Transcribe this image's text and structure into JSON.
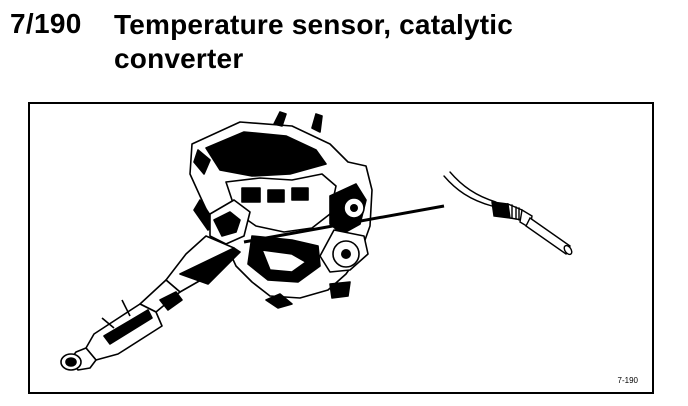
{
  "heading": {
    "number": "7/190",
    "title": "Temperature sensor, catalytic converter"
  },
  "figure": {
    "label": "7-190",
    "subject_icon": "engine-and-catalytic-converter-illustration",
    "detail_icon": "temperature-sensor-detail-illustration"
  }
}
